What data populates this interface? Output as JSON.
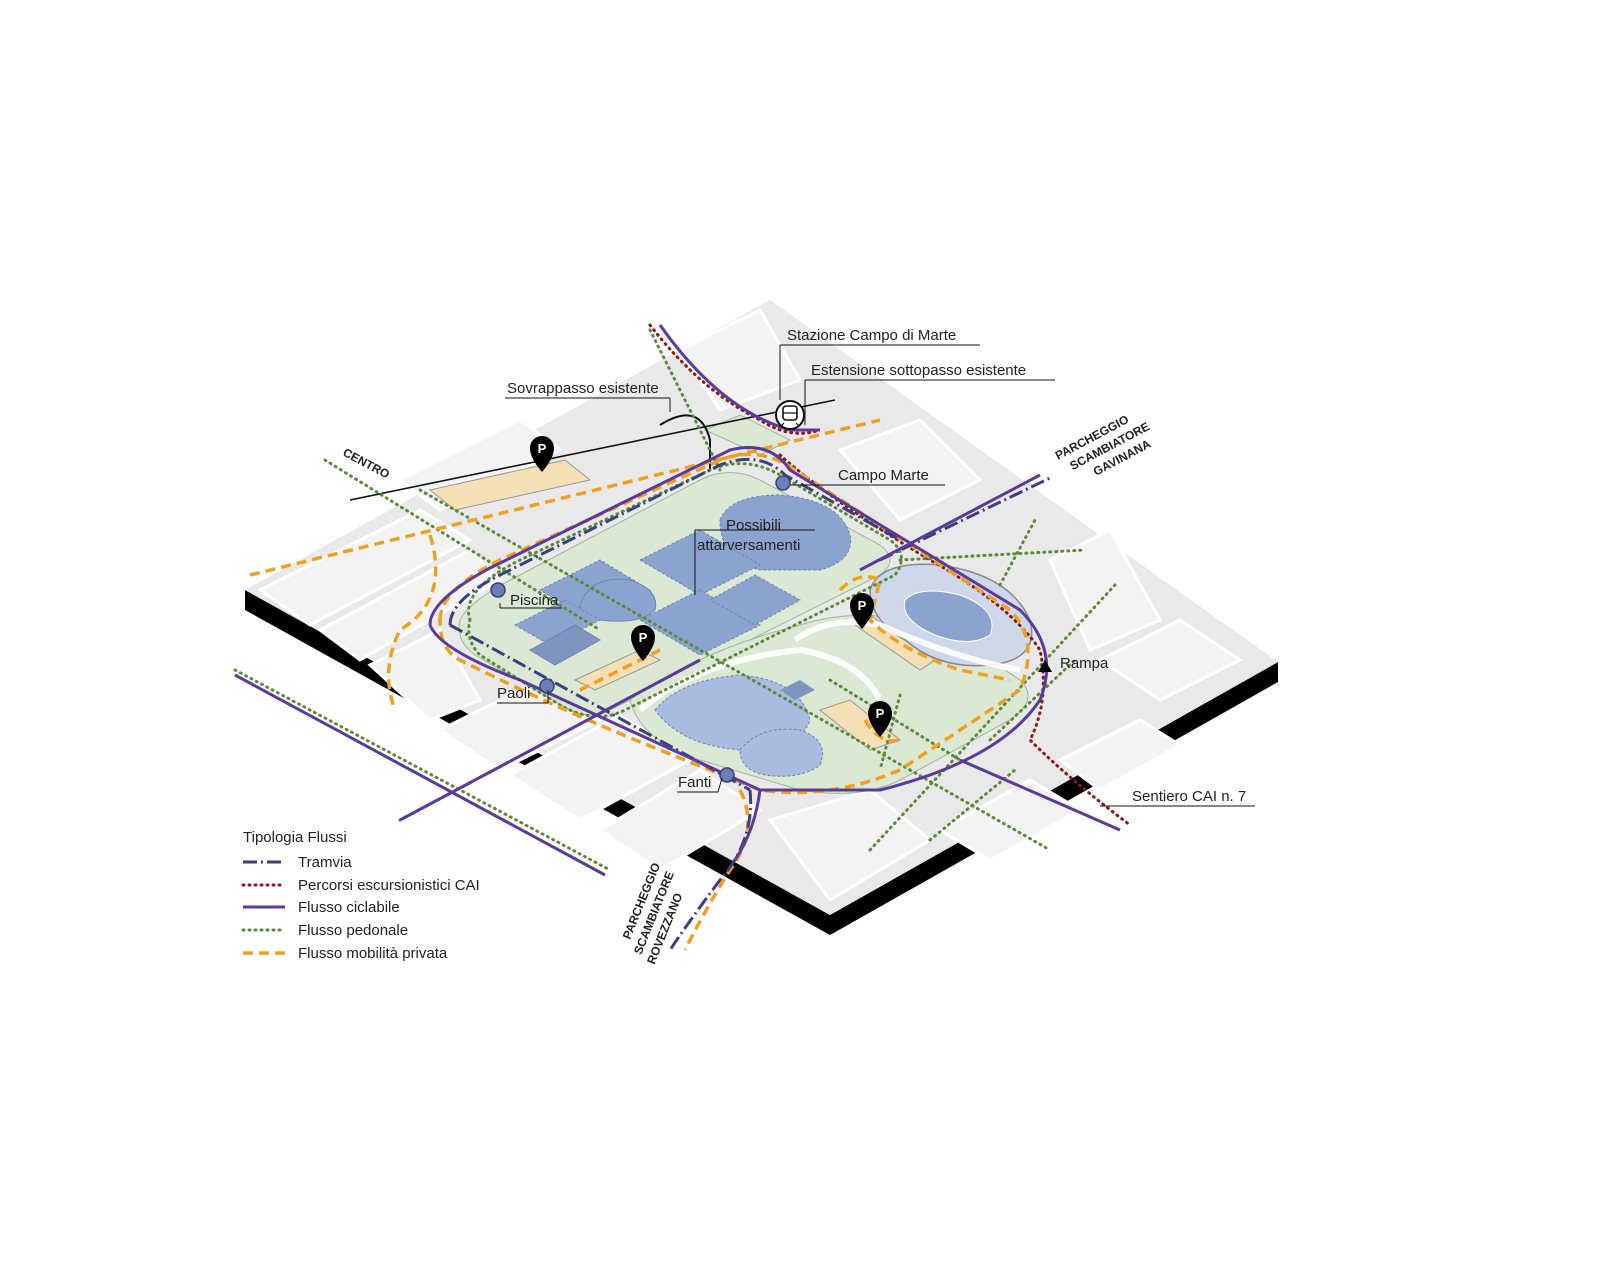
{
  "colors": {
    "tram": "#3b3f7a",
    "cai": "#8b1a1a",
    "bike": "#5a3a9a",
    "pedestrian": "#5a8a3a",
    "private": "#f0a020",
    "park": "#dbe8d4",
    "building": "#8aa4cf",
    "ground": "#e9e9e9",
    "base": "#000000",
    "parking_area": "#f5dfb4"
  },
  "labels": {
    "stazione": "Stazione Campo di Marte",
    "sottopasso": "Estensione sottopasso esistente",
    "sovrappasso": "Sovrappasso esistente",
    "centro": "CENTRO",
    "campo_marte": "Campo Marte",
    "possibili_1": "Possibili",
    "possibili_2": "attarversamenti",
    "piscina": "Piscina",
    "paoli": "Paoli",
    "fanti": "Fanti",
    "rampa": "Rampa",
    "sentiero": "Sentiero CAI n. 7",
    "gavinana_1": "PARCHEGGIO",
    "gavinana_2": "SCAMBIATORE",
    "gavinana_3": "GAVINANA",
    "rovezzano_1": "PARCHEGGIO",
    "rovezzano_2": "SCAMBIATORE",
    "rovezzano_3": "ROVEZZANO",
    "parking_symbol": "P"
  },
  "legend": {
    "title": "Tipologia Flussi",
    "items": [
      {
        "label": "Tramvia",
        "style": "tram"
      },
      {
        "label": "Percorsi escursionistici CAI",
        "style": "cai"
      },
      {
        "label": "Flusso ciclabile",
        "style": "bike"
      },
      {
        "label": "Flusso pedonale",
        "style": "pedestrian"
      },
      {
        "label": "Flusso mobilità privata",
        "style": "private"
      }
    ]
  },
  "icons": [
    "parking-pin-icon",
    "train-station-icon",
    "tram-stop-icon",
    "ramp-triangle-icon"
  ]
}
